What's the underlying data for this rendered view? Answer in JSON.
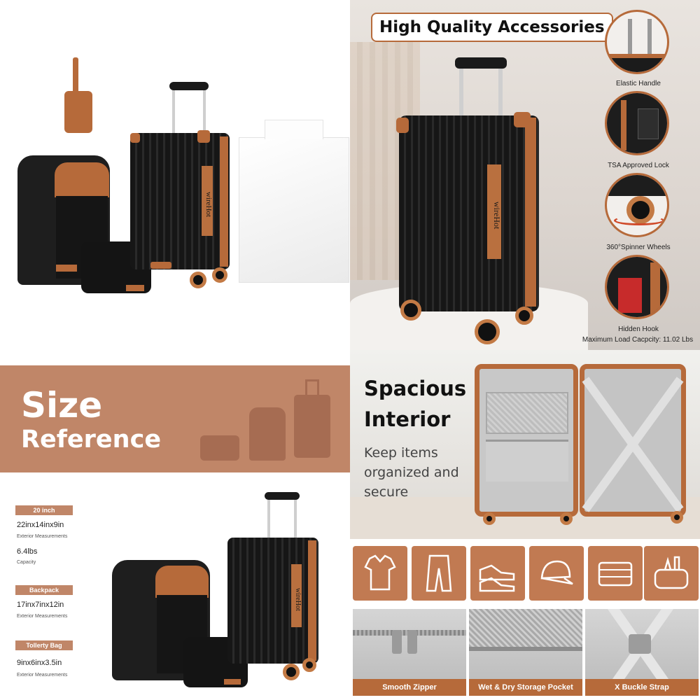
{
  "top_right": {
    "title": "High Quality Accessories",
    "features": [
      {
        "label": "Elastic Handle"
      },
      {
        "label": "TSA Approved Lock"
      },
      {
        "label": "360°Spinner Wheels"
      },
      {
        "label": "Hidden Hook"
      }
    ],
    "max_load": "Maximum Load Cacpcity: 11.02 Lbs"
  },
  "brand": "wireHot",
  "size_reference": {
    "title_line1": "Size",
    "title_line2": "Reference",
    "specs": [
      {
        "tag": "20 inch",
        "value": "22inx14inx9in",
        "caption": "Exterior Measurements"
      },
      {
        "tag": "",
        "value": "6.4lbs",
        "caption": "Capacity"
      },
      {
        "tag": "Backpack",
        "value": "17inx7inx12in",
        "caption": "Exterior Measurements"
      },
      {
        "tag": "Tollerty Bag",
        "value": "9inx6inx3.5in",
        "caption": "Exterior Measurements"
      }
    ]
  },
  "interior": {
    "title_line1": "Spacious",
    "title_line2": "Interior",
    "sub_line1": "Keep items",
    "sub_line2": "organized and",
    "sub_line3": "secure",
    "icons": [
      "shirt-icon",
      "pants-icon",
      "shoes-icon",
      "cap-icon",
      "towel-icon",
      "toiletries-icon"
    ],
    "details": [
      {
        "label": "Smooth Zipper"
      },
      {
        "label": "Wet & Dry Storage Pocket"
      },
      {
        "label": "X Buckle Strap"
      }
    ]
  },
  "colors": {
    "accent": "#b66a3a",
    "band": "#c08668",
    "luggage": "#1e1e1e"
  }
}
